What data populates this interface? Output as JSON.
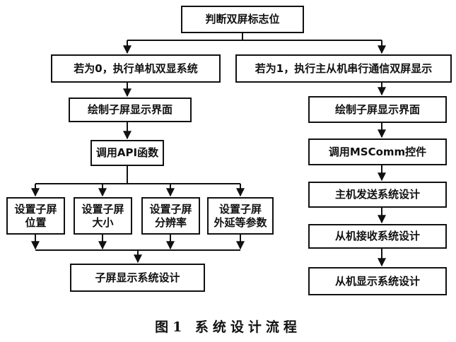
{
  "nodes": {
    "start": "判断双屏标志位",
    "left_branch": "若为0，执行单机双显系统",
    "right_branch": "若为1，执行主从机串行通信双屏显示",
    "left_draw": "绘制子屏显示界面",
    "left_api": "调用API函数",
    "set_position": [
      "设置子屏",
      "位置"
    ],
    "set_size": [
      "设置子屏",
      "大小"
    ],
    "set_resolution": [
      "设置子屏",
      "分辨率"
    ],
    "set_extend": [
      "设置子屏",
      "外延等参数"
    ],
    "left_final": "子屏显示系统设计",
    "right_draw": "绘制子屏显示界面",
    "right_mscomm": "调用MSComm控件",
    "right_host_send": "主机发送系统设计",
    "right_slave_recv": "从机接收系统设计",
    "right_slave_display": "从机显示系统设计"
  },
  "caption": "图1   系统设计流程"
}
